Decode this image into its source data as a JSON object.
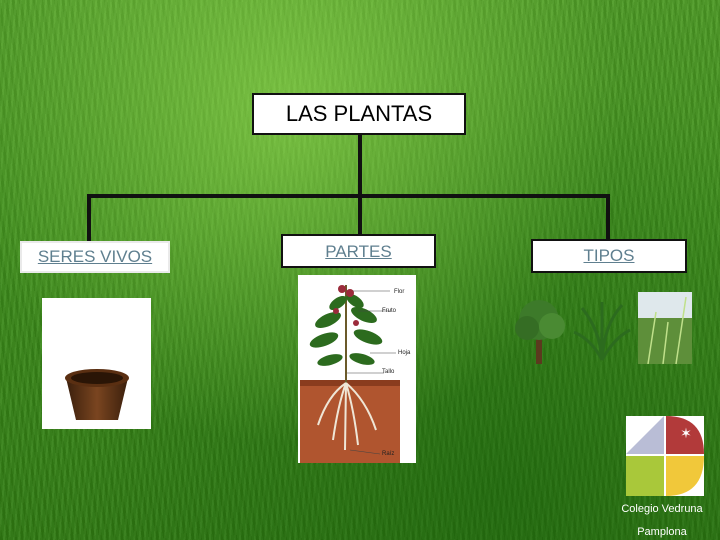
{
  "title": "LAS PLANTAS",
  "branches": [
    "SERES VIVOS",
    "PARTES",
    "TIPOS"
  ],
  "plant_parts": [
    "Flor",
    "Fruto",
    "Hoja",
    "Tallo",
    "Raíz"
  ],
  "logo": {
    "line1": "Colegio Vedruna",
    "line2": "Pamplona"
  }
}
